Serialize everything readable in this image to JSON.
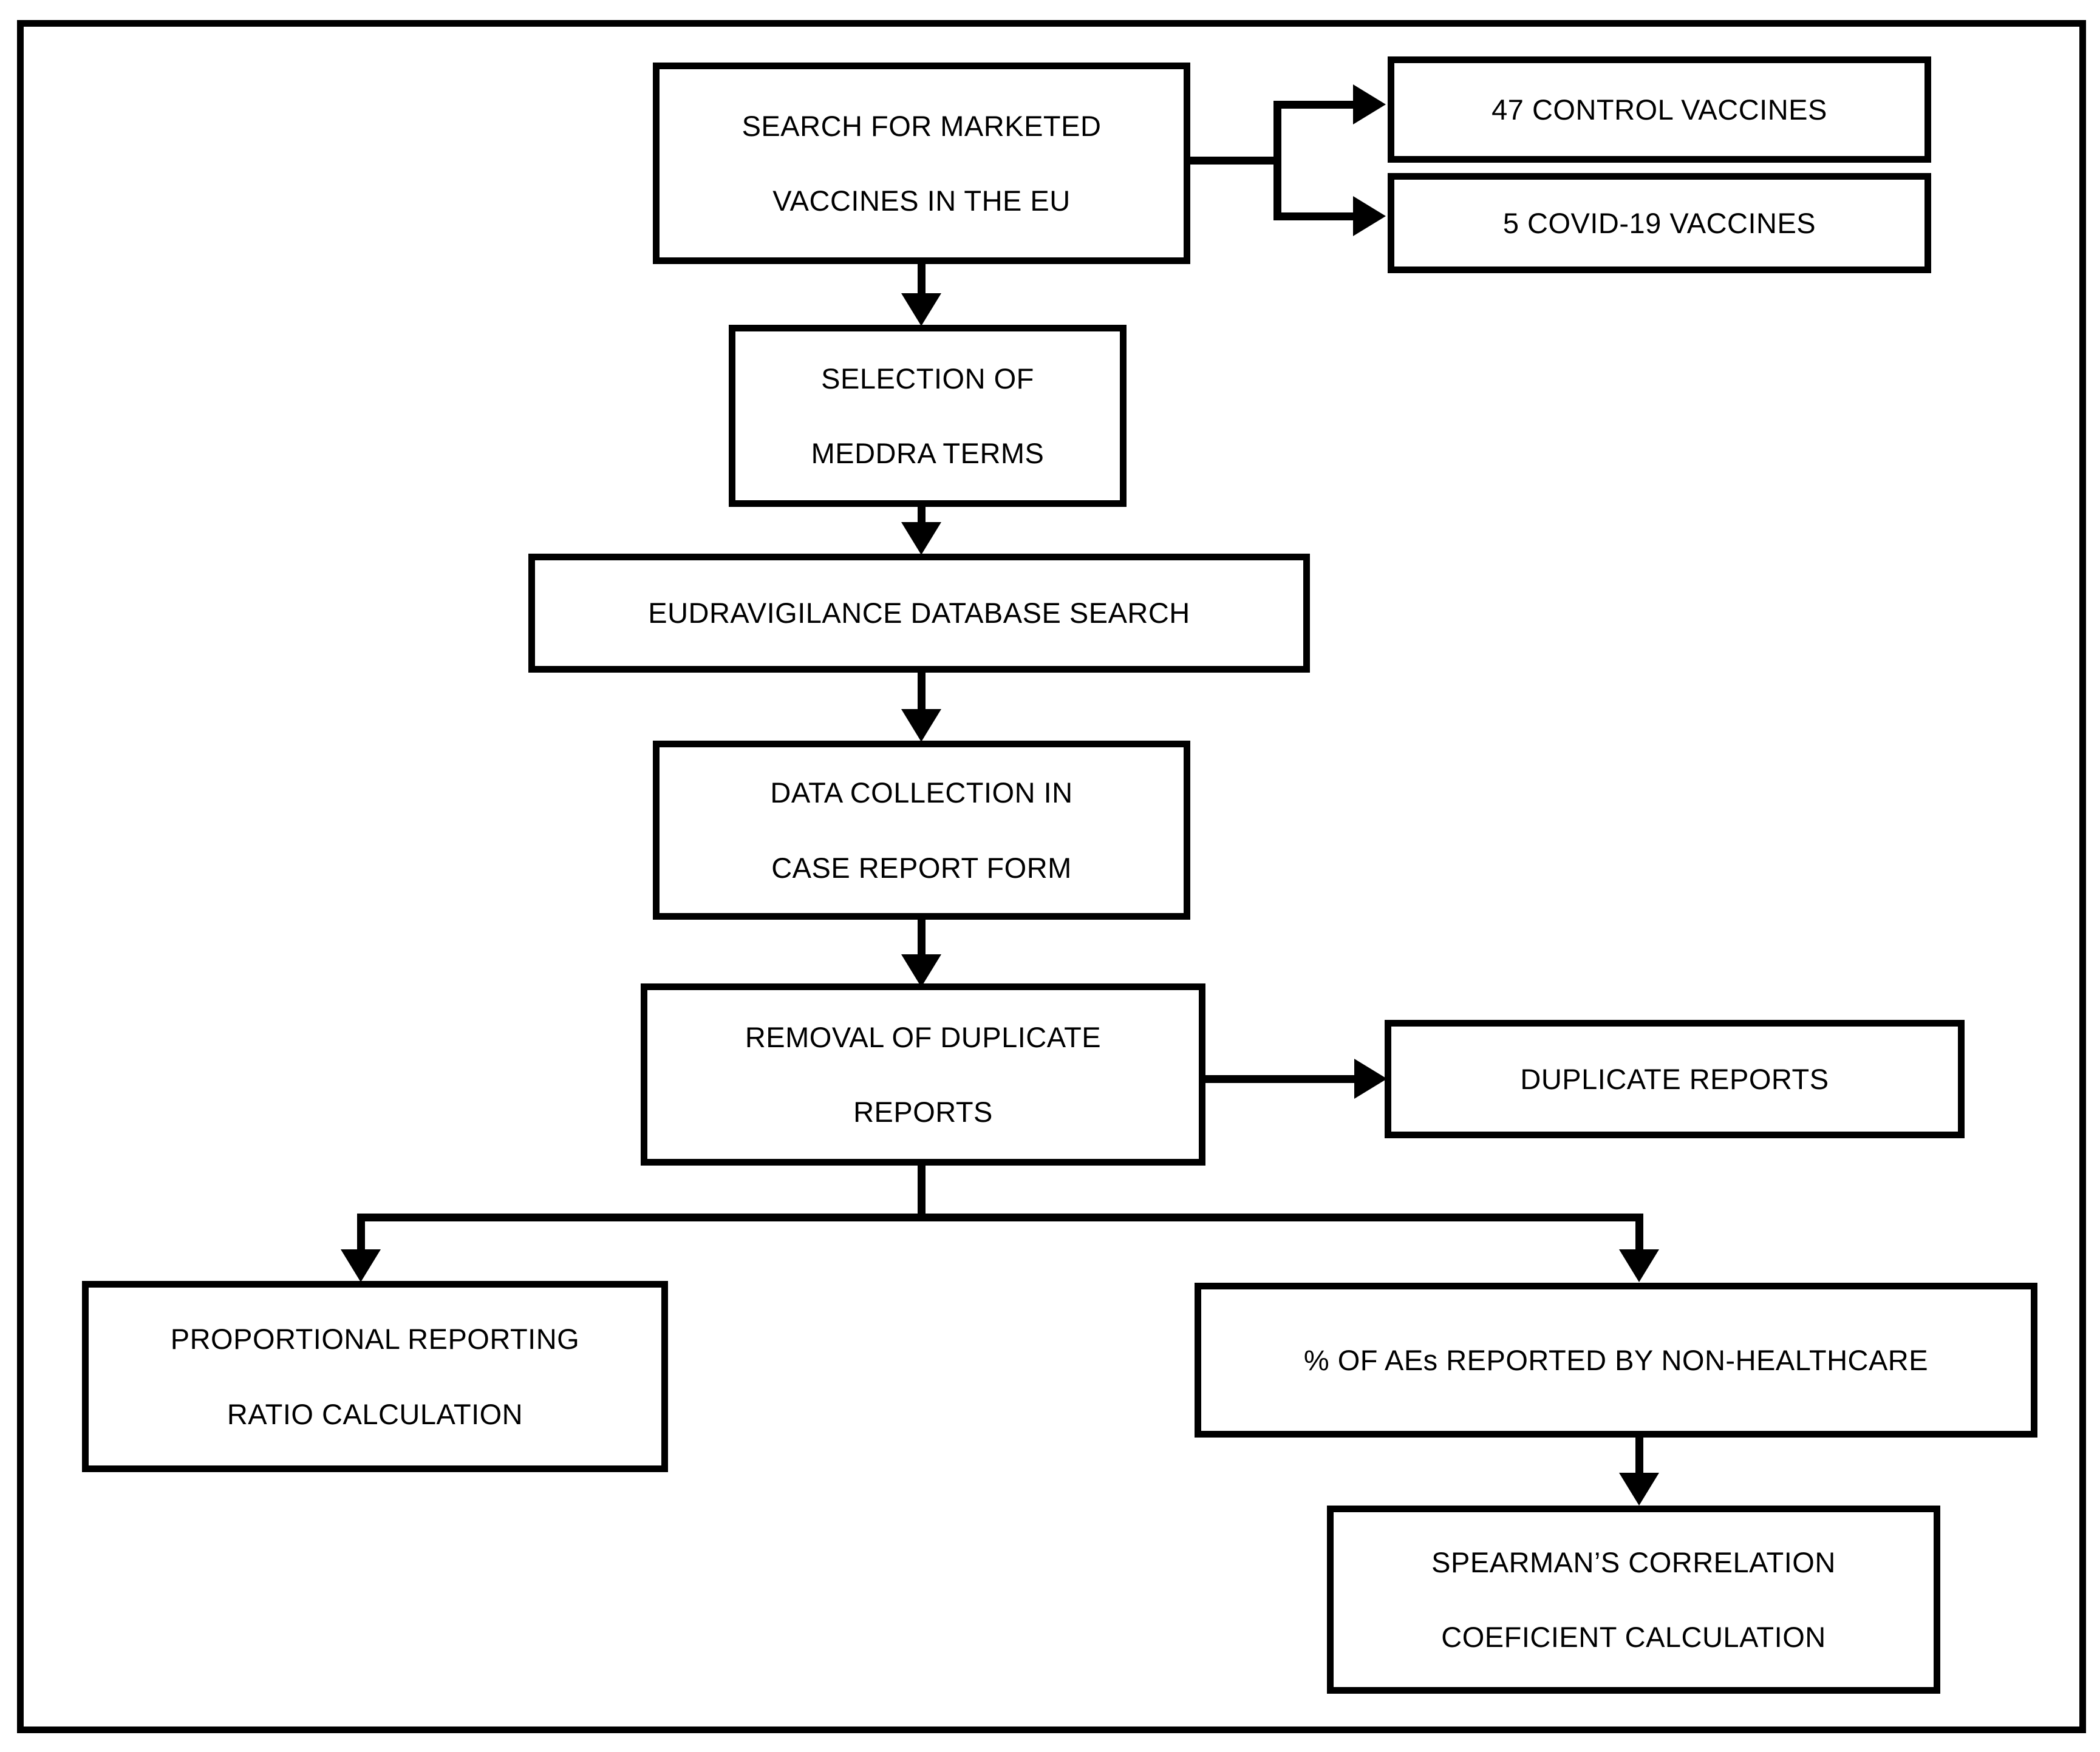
{
  "figure": {
    "type": "flowchart",
    "orientation": "top-to-bottom",
    "background_color": "#ffffff",
    "line_color": "#000000"
  },
  "nodes": {
    "search_marketed": {
      "line1": "SEARCH FOR MARKETED",
      "line2": "VACCINES IN THE EU"
    },
    "control_vaccines": {
      "line1": "47 CONTROL VACCINES"
    },
    "covid_vaccines": {
      "line1": "5 COVID-19 VACCINES"
    },
    "meddra_terms": {
      "line1": "SELECTION OF",
      "line2": "MEDDRA TERMS"
    },
    "eudravigilance": {
      "line1": "EUDRAVIGILANCE DATABASE SEARCH"
    },
    "data_collection": {
      "line1": "DATA COLLECTION IN",
      "line2": "CASE REPORT FORM"
    },
    "removal_duplicates": {
      "line1": "REMOVAL OF DUPLICATE",
      "line2": "REPORTS"
    },
    "duplicate_reports": {
      "line1": "DUPLICATE REPORTS"
    },
    "prr": {
      "line1": "PROPORTIONAL REPORTING",
      "line2": "RATIO CALCULATION"
    },
    "pct_aes": {
      "line1": "% OF AEs REPORTED BY NON-HEALTHCARE"
    },
    "spearman": {
      "line1": "SPEARMAN’S CORRELATION",
      "line2": "COEFICIENT CALCULATION"
    }
  },
  "edges": [
    {
      "from": "search_marketed",
      "to": "control_vaccines",
      "style": "elbow-right",
      "arrow": "right"
    },
    {
      "from": "search_marketed",
      "to": "covid_vaccines",
      "style": "elbow-right",
      "arrow": "right"
    },
    {
      "from": "search_marketed",
      "to": "meddra_terms",
      "style": "straight",
      "arrow": "down"
    },
    {
      "from": "meddra_terms",
      "to": "eudravigilance",
      "style": "straight",
      "arrow": "down"
    },
    {
      "from": "eudravigilance",
      "to": "data_collection",
      "style": "straight",
      "arrow": "down"
    },
    {
      "from": "data_collection",
      "to": "removal_duplicates",
      "style": "straight",
      "arrow": "down"
    },
    {
      "from": "removal_duplicates",
      "to": "duplicate_reports",
      "style": "straight",
      "arrow": "right"
    },
    {
      "from": "removal_duplicates",
      "to": "prr",
      "style": "elbow-split-left",
      "arrow": "down"
    },
    {
      "from": "removal_duplicates",
      "to": "pct_aes",
      "style": "elbow-split-right",
      "arrow": "down"
    },
    {
      "from": "pct_aes",
      "to": "spearman",
      "style": "straight",
      "arrow": "down"
    }
  ]
}
